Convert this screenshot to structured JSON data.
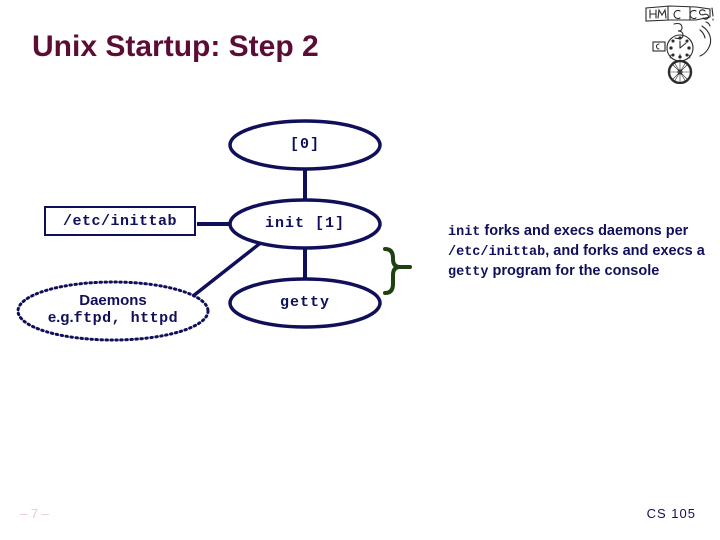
{
  "slide": {
    "title": "Unix Startup: Step 2",
    "title_color": "#5c0d36",
    "background_color": "#ffffff",
    "accent_color": "#10105a",
    "brace_color": "#1e4012"
  },
  "logo": {
    "name": "hmc-cs-sketch-logo",
    "banner_left": "HMC",
    "banner_right": "CS"
  },
  "diagram": {
    "nodes": {
      "zero": {
        "label": "[0]",
        "shape": "ellipse"
      },
      "init": {
        "label": "init [1]",
        "shape": "ellipse"
      },
      "getty": {
        "label": "getty",
        "shape": "ellipse"
      },
      "inittab": {
        "label": "/etc/inittab",
        "shape": "rectangle"
      },
      "daemons": {
        "title": "Daemons",
        "prefix": "e.g.",
        "examples": "ftpd, httpd",
        "shape": "dotted-ellipse"
      }
    }
  },
  "description": {
    "part1_mono": "init",
    "part2": " forks and execs daemons per ",
    "part3_mono": "/etc/inittab",
    "part4": ", and forks and execs a ",
    "part5_mono": "getty",
    "part6": " program for the console"
  },
  "footer": {
    "page_number": "– 7 –",
    "course": "CS  105"
  }
}
